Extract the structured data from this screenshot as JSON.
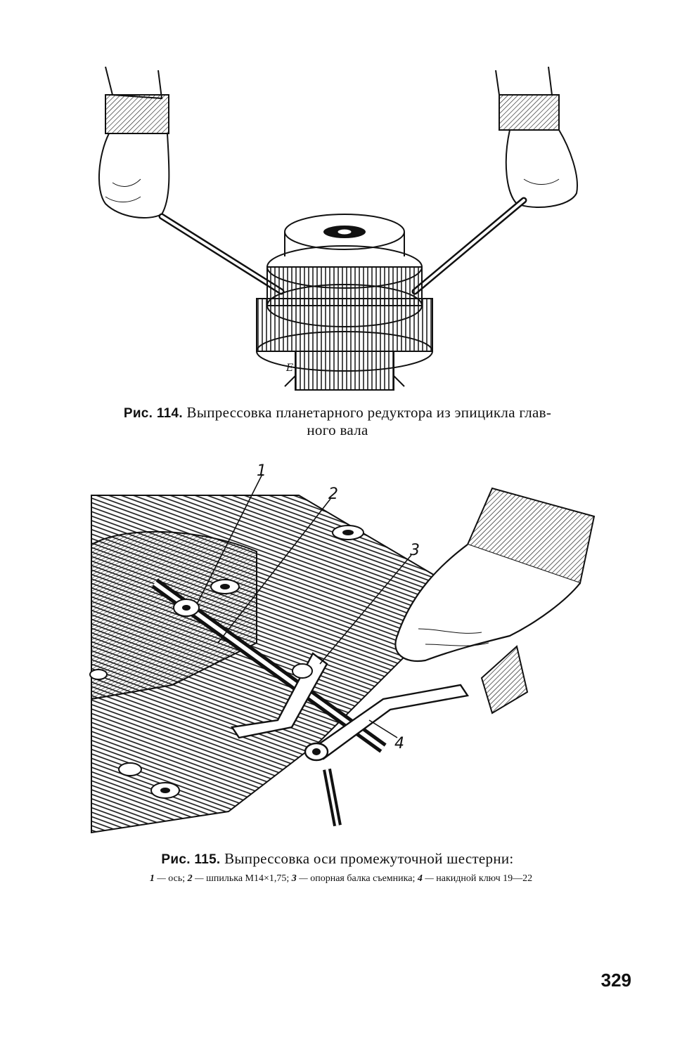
{
  "figure_114": {
    "caption_prefix": "Рис. 114.",
    "caption_line1": "Выпрессовка  планетарного редуктора из  эпицикла глав-",
    "caption_line2": "ного вала"
  },
  "figure_115": {
    "caption_prefix": "Рис. 115.",
    "caption_text": "Выпрессовка оси промежуточной шестерни:",
    "callouts": [
      "1",
      "2",
      "3",
      "4"
    ],
    "legend": [
      {
        "num": "1",
        "text": "ось"
      },
      {
        "num": "2",
        "text": "шпилька М14×1,75"
      },
      {
        "num": "3",
        "text": "опорная балка съемника"
      },
      {
        "num": "4",
        "text": "накидной ключ 19—22"
      }
    ]
  },
  "page_number": "329"
}
